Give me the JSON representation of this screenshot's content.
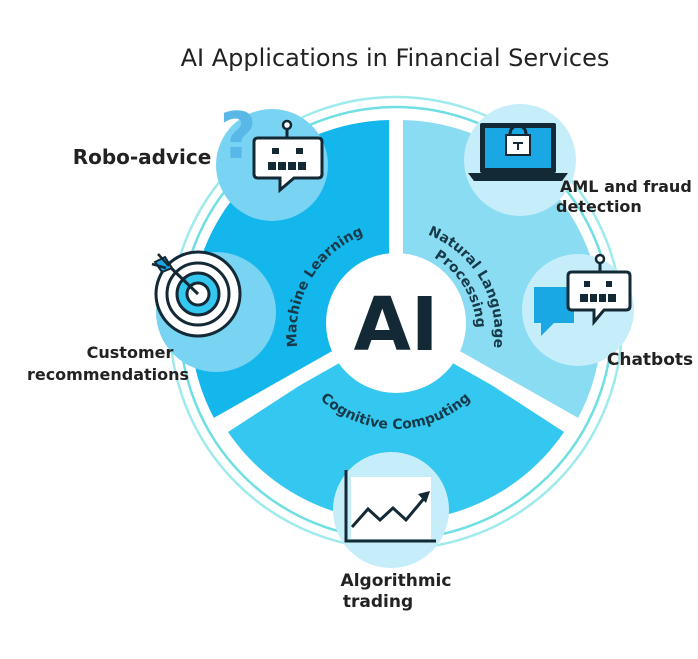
{
  "title": "AI Applications in Financial Services",
  "center": {
    "label": "AI"
  },
  "segments": [
    {
      "label": "Machine Learning",
      "color": "#13b7ec"
    },
    {
      "label": "Natural Language",
      "label2": "Processing",
      "color": "#8adcf2"
    },
    {
      "label": "Cognitive Computing",
      "color": "#34c7ef"
    }
  ],
  "applications": {
    "robo_advice": {
      "label": "Robo-advice",
      "icon": "robot-question-icon"
    },
    "aml_fraud": {
      "line1": "AML and fraud",
      "line2": "detection",
      "icon": "laptop-lock-icon"
    },
    "chatbots": {
      "label": "Chatbots",
      "icon": "chatbot-icon"
    },
    "algo_trading": {
      "line1": "Algorithmic",
      "line2": "trading",
      "icon": "growth-chart-icon"
    },
    "customer_recs": {
      "line1": "Customer",
      "line2": "recommendations",
      "icon": "target-icon"
    }
  },
  "colors": {
    "outer_ring": "#7fe3e6",
    "bubble": "#79d3f3",
    "bubble_light": "#c5eefa",
    "dark_blue": "#1497d1",
    "navy": "#132935"
  }
}
